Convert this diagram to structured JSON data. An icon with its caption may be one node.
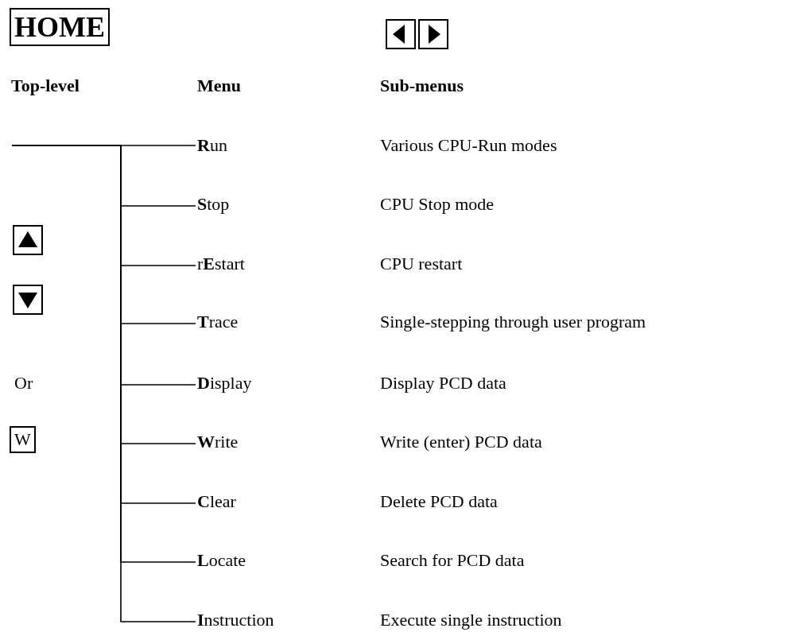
{
  "diagram": {
    "nodes": [
      {
        "text": [
          "HOME"
        ]
      },
      {
        "text": [
          "**R**un"
        ]
      },
      {
        "text": [
          "**S**top"
        ]
      },
      {
        "text": [
          "r**E**start"
        ]
      },
      {
        "text": [
          "**T**race"
        ]
      },
      {
        "text": [
          "**D**isplay"
        ]
      },
      {
        "text": [
          "**W**rite"
        ]
      },
      {
        "text": [
          "**C**lear"
        ]
      },
      {
        "text": [
          "**L**ocate"
        ]
      },
      {
        "text": [
          "**I**nstruction"
        ]
      },
      {
        "text": [
          "W"
        ]
      }
    ],
    "edges": [
      {
        "from": null,
        "to": 1,
        "arrow": "none"
      },
      {
        "from": null,
        "to": 2,
        "arrow": "none"
      },
      {
        "from": null,
        "to": 3,
        "arrow": "none"
      },
      {
        "from": null,
        "to": 4,
        "arrow": "none"
      },
      {
        "from": null,
        "to": 5,
        "arrow": "none"
      },
      {
        "from": null,
        "to": 6,
        "arrow": "none"
      },
      {
        "from": null,
        "to": 7,
        "arrow": "none"
      },
      {
        "from": null,
        "to": 8,
        "arrow": "none"
      },
      {
        "from": null,
        "to": 9,
        "arrow": "none"
      }
    ],
    "labels": [
      "Top-level",
      "Menu",
      "Sub-menus",
      "Various CPU-Run modes",
      "CPU Stop mode",
      "CPU restart",
      "Single-stepping through user program",
      "Or",
      "Display PCD data",
      "Write (enter) PCD data",
      "Delete PCD data",
      "Search for PCD data",
      "Execute single instruction"
    ]
  }
}
